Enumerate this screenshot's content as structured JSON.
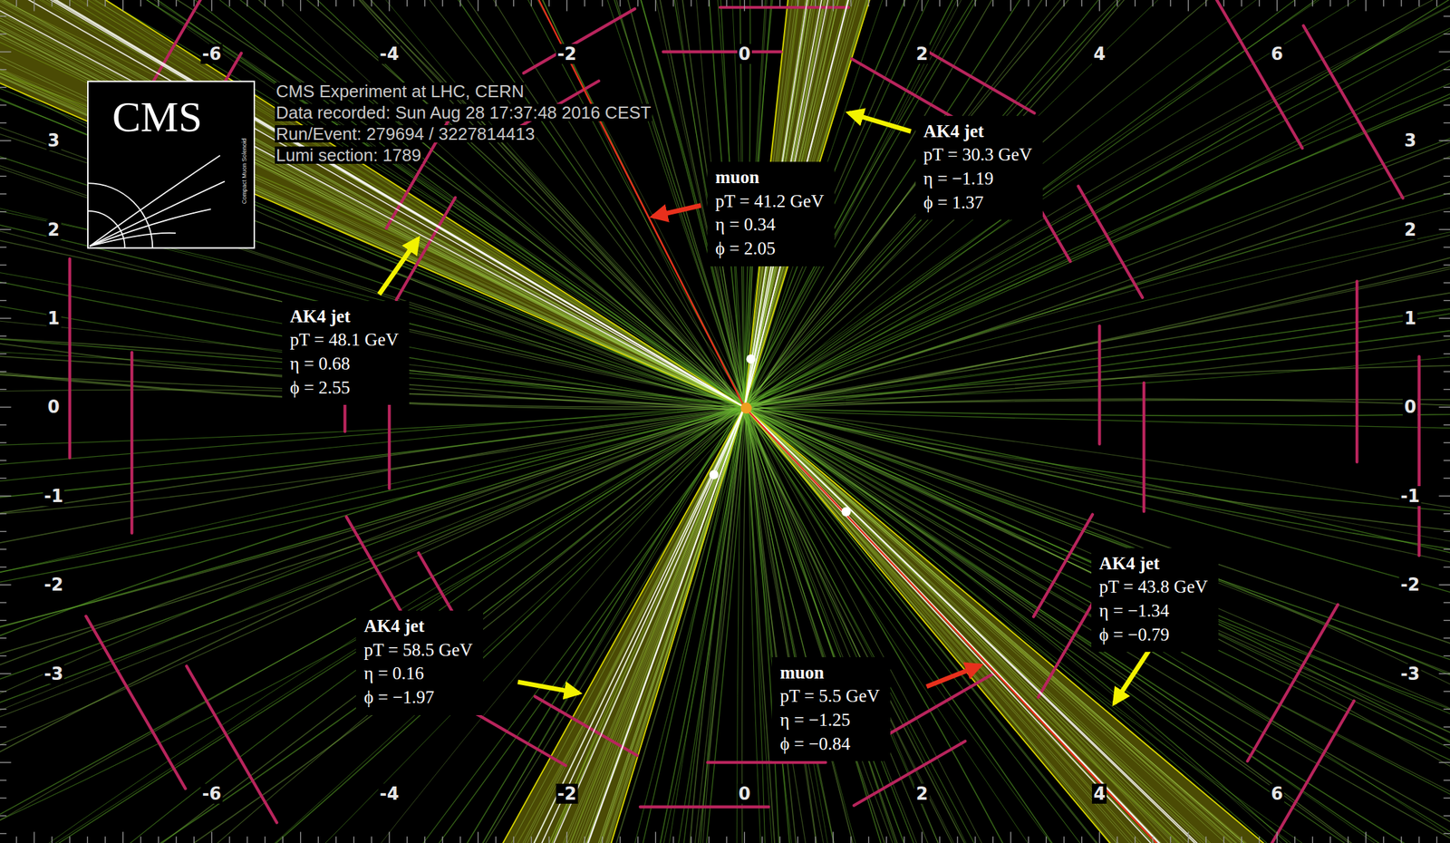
{
  "diagram": {
    "nodes": [
      {
        "text": [
          "AK4 jet",
          "pT = 30.3 GeV",
          "η = −1.19",
          "ϕ = 1.37"
        ]
      },
      {
        "text": [
          "muon",
          "pT = 41.2 GeV",
          "η = 0.34",
          "ϕ = 2.05"
        ]
      },
      {
        "text": [
          "AK4 jet",
          "pT = 48.1 GeV",
          "η = 0.68",
          "ϕ = 2.55"
        ]
      },
      {
        "text": [
          "AK4 jet",
          "pT = 43.8 GeV",
          "η = −1.34",
          "ϕ = −0.79"
        ]
      },
      {
        "text": [
          "AK4 jet",
          "pT = 58.5 GeV",
          "η = 0.16",
          "ϕ = −1.97"
        ]
      },
      {
        "text": [
          "muon",
          "pT = 5.5 GeV",
          "η = −1.25",
          "ϕ = −0.84"
        ]
      }
    ],
    "labels": [
      "-6",
      "-4",
      "-2",
      "0",
      "2",
      "4",
      "6",
      "3",
      "2",
      "1",
      "0",
      "-1",
      "-2",
      "-3",
      "3",
      "2",
      "1",
      "0",
      "-1",
      "-2",
      "-3",
      "-6",
      "-4",
      "-2",
      "0",
      "2",
      "4",
      "6",
      "CMS",
      "Compact Muon Solenoid",
      "CMS Experiment at LHC, CERN",
      "Data recorded: Sun Aug 28 17:37:48 2016 CEST",
      "Run/Event: 279694 / 3227814413",
      "Lumi section: 1789"
    ]
  }
}
